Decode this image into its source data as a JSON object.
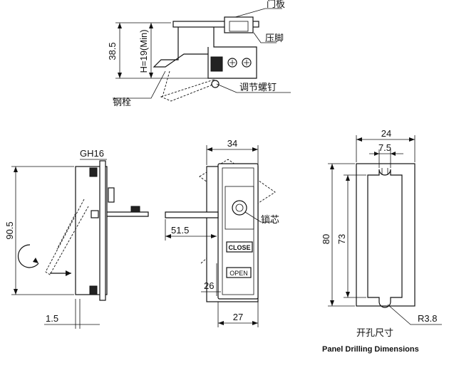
{
  "top_view": {
    "callout_door_panel": "门板",
    "callout_press_foot": "压脚",
    "callout_adjust_screw": "调节螺钉",
    "callout_steel_bolt": "钢栓",
    "dim_height": "38.5",
    "dim_h_min": "H=19(Min)"
  },
  "side_view": {
    "dim_gh": "GH16",
    "dim_height": "90.5",
    "dim_offset": "1.5"
  },
  "front_view": {
    "dim_width": "34",
    "dim_arm": "51.5",
    "dim_inner": "26",
    "dim_base": "27",
    "callout_lock_core": "锁芯",
    "label_close": "CLOSE",
    "label_open": "OPEN"
  },
  "cutout": {
    "dim_width": "24",
    "dim_slot": "7.5",
    "dim_height": "80",
    "dim_inner": "73",
    "dim_radius": "R3.8",
    "title_cn": "开孔尺寸",
    "title_en": "Panel Drilling Dimensions"
  }
}
